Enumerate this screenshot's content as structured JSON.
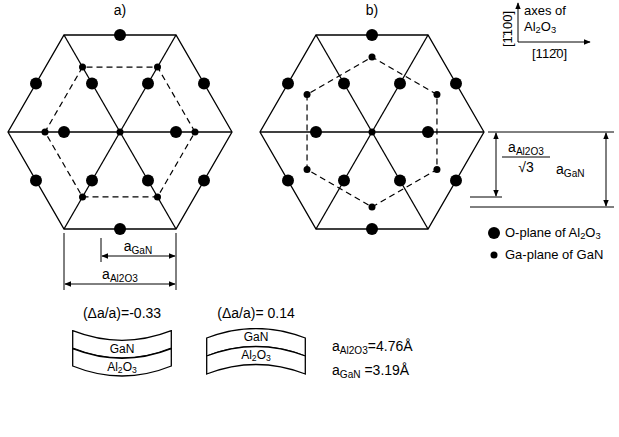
{
  "diagram": {
    "nodes": [
      {
        "text": [
          "GaN"
        ]
      },
      {
        "text": [
          "Al2O3"
        ]
      },
      {
        "text": [
          "GaN"
        ]
      },
      {
        "text": [
          "Al2O3"
        ]
      }
    ],
    "labels": [
      "a)",
      "b)",
      "[1̄100]",
      "[112̄0]",
      "axes of Al2O3",
      "aGaN",
      "aAl2O3",
      "aAl2O3",
      "√3",
      "aGaN",
      "(Δa/a)=-0.33",
      "(Δa/a)= 0.14",
      "aAl2O3=4.76Å",
      "aGaN =3.19Å"
    ],
    "legend": [
      {
        "text": "O-plane of Al2O3"
      },
      {
        "text": "Ga-plane of GaN"
      }
    ]
  }
}
